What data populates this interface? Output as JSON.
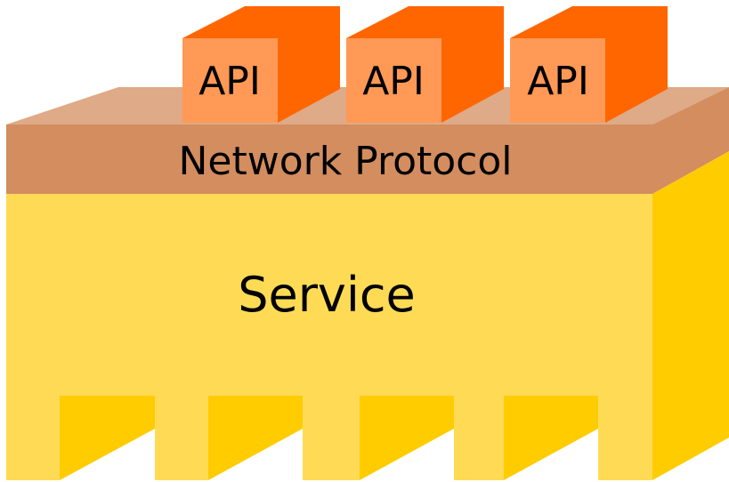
{
  "diagram": {
    "service": {
      "label": "Service",
      "front_color": "#FFDB55",
      "side_color": "#FFCC00"
    },
    "network_protocol": {
      "label": "Network Protocol",
      "front_color": "#D38D5F",
      "top_color": "#DEAA87"
    },
    "apis": [
      {
        "label": "API"
      },
      {
        "label": "API"
      },
      {
        "label": "API"
      }
    ],
    "api_colors": {
      "front": "#FF9955",
      "side": "#FF6600"
    }
  }
}
